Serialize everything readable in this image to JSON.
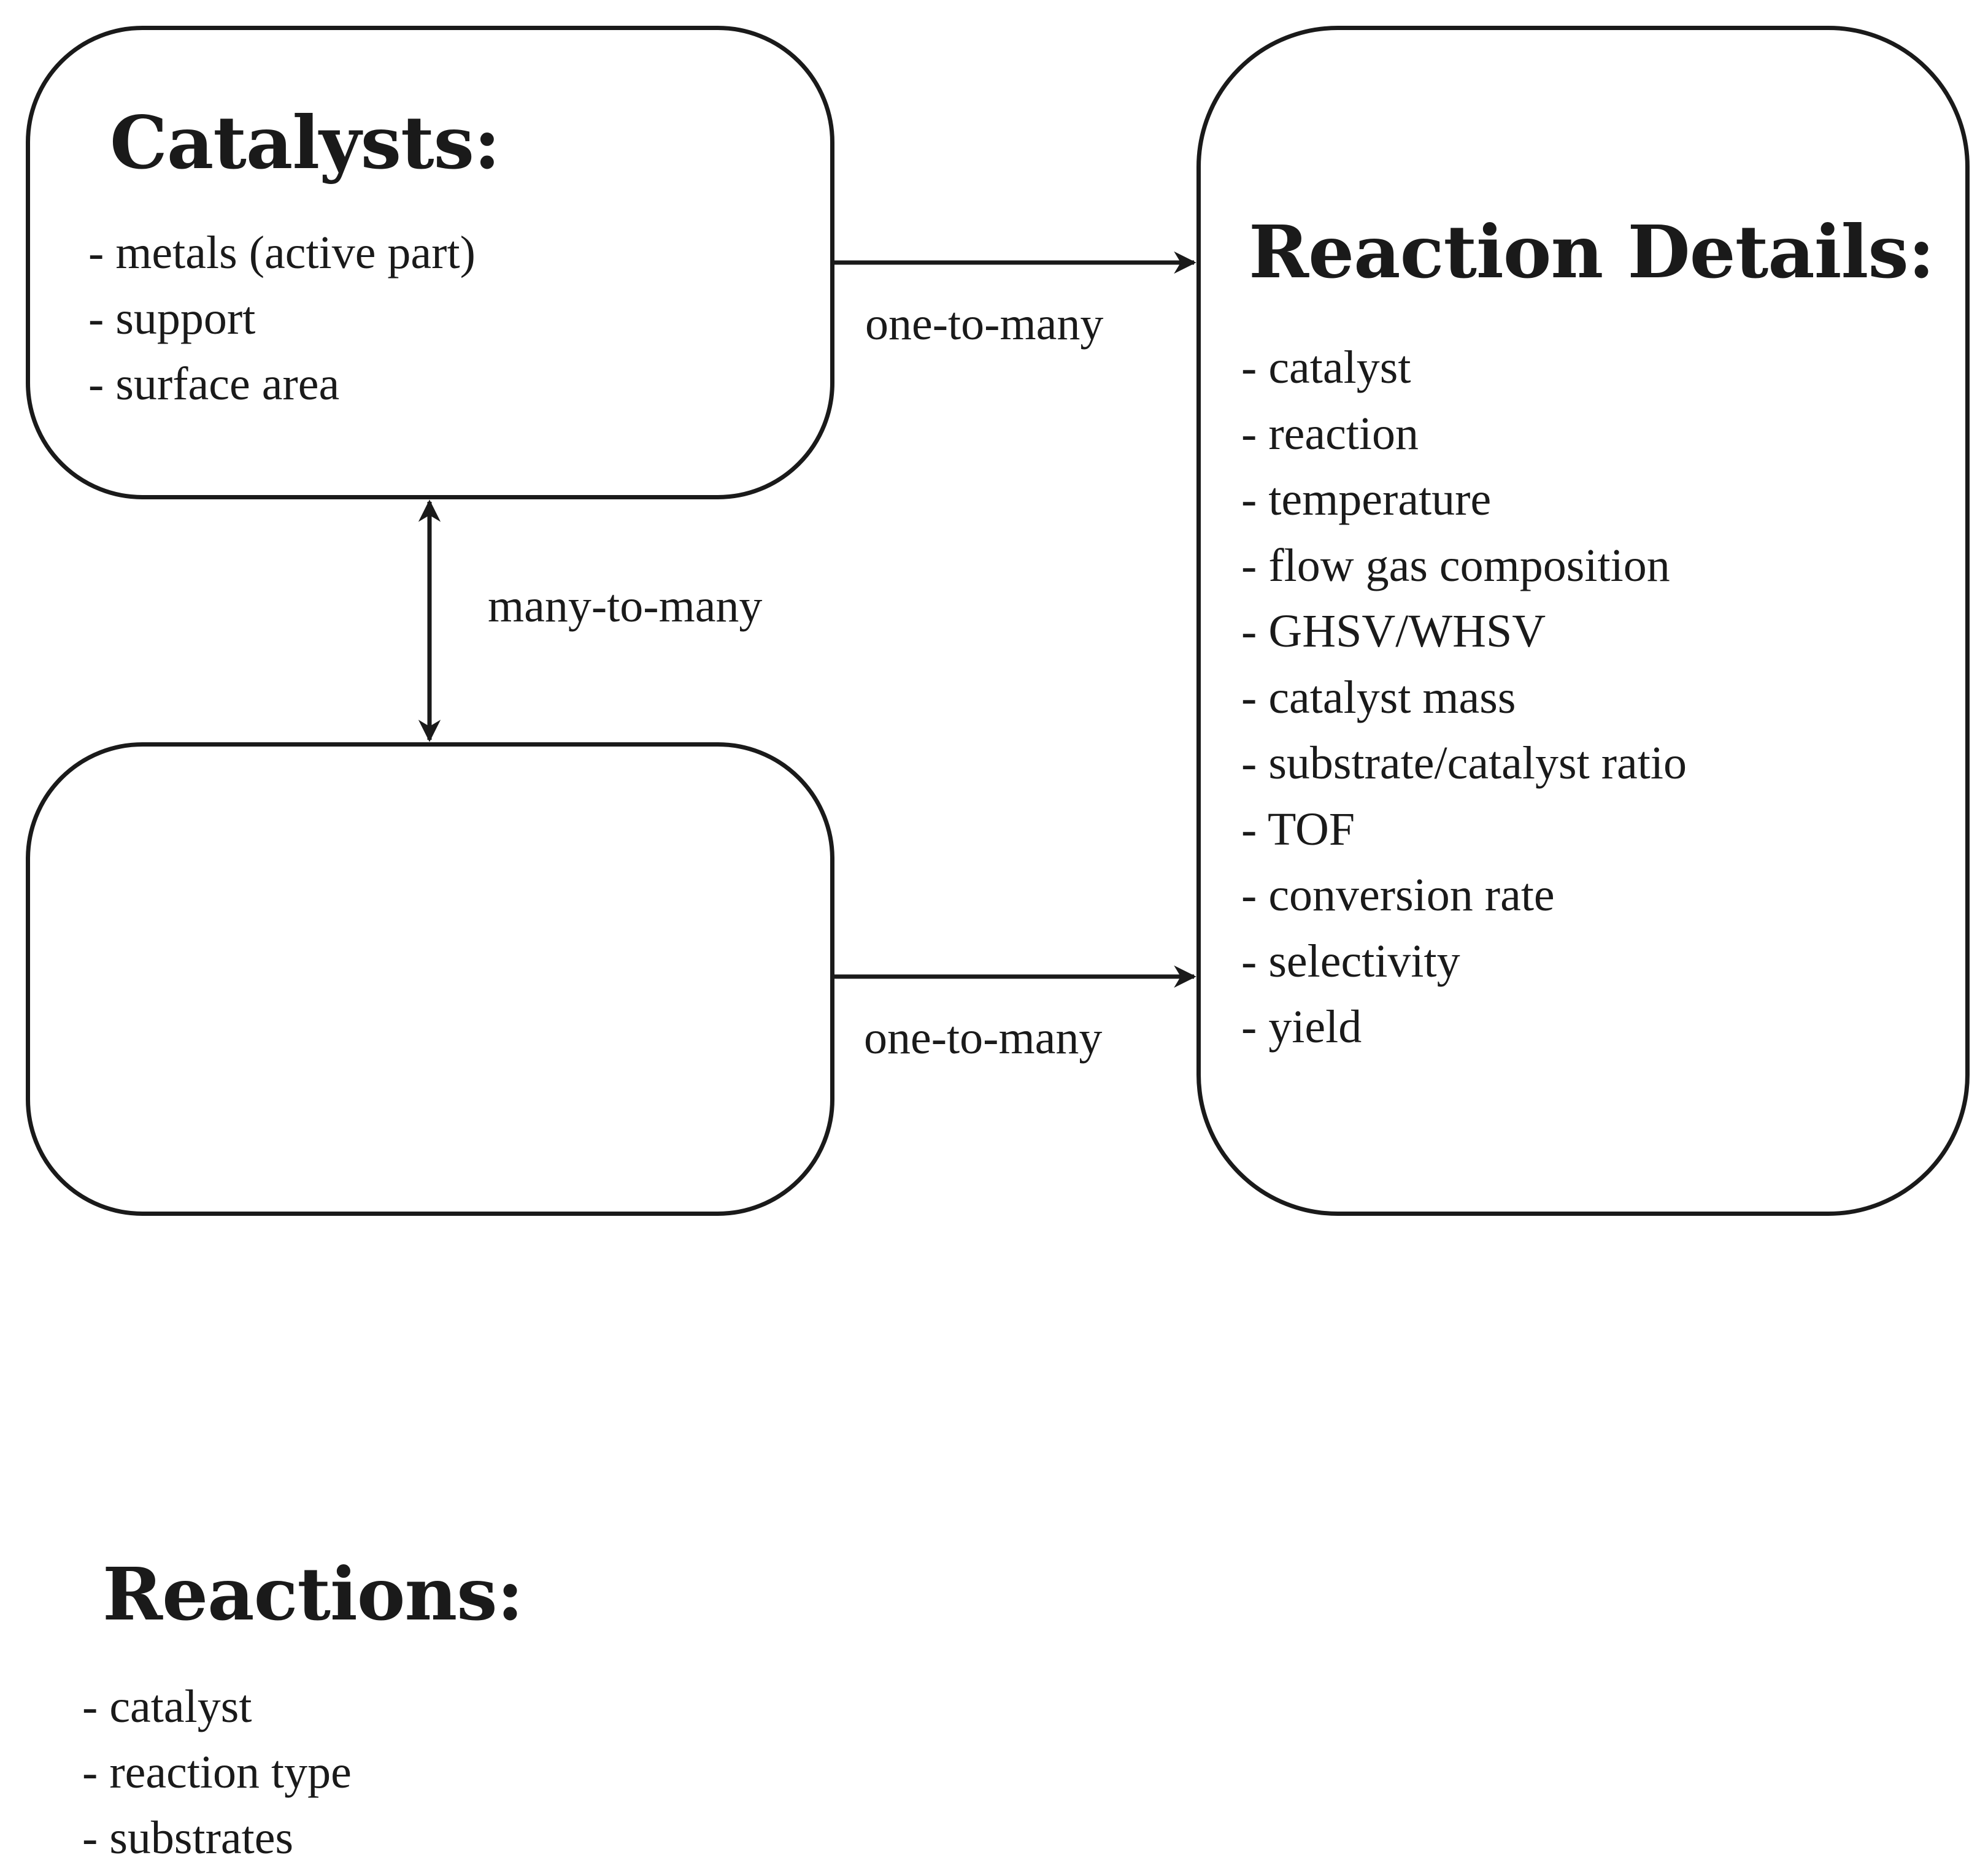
{
  "entities": {
    "catalysts": {
      "title": "Catalysts:",
      "attributes": [
        "metals (active part)",
        "support",
        "surface area"
      ]
    },
    "reactions": {
      "title": "Reactions:",
      "attributes": [
        "catalyst",
        "reaction type",
        "substrates"
      ]
    },
    "reaction_details": {
      "title": "Reaction Details:",
      "attributes": [
        "catalyst",
        "reaction",
        "temperature",
        "flow gas composition",
        "GHSV/WHSV",
        "catalyst mass",
        "substrate/catalyst ratio",
        "TOF",
        "conversion rate",
        "selectivity",
        "yield"
      ]
    }
  },
  "relationships": [
    {
      "from": "catalysts",
      "to": "reaction_details",
      "label": "one-to-many",
      "direction": "forward"
    },
    {
      "from": "catalysts",
      "to": "reactions",
      "label": "many-to-many",
      "direction": "both"
    },
    {
      "from": "reactions",
      "to": "reaction_details",
      "label": "one-to-many",
      "direction": "forward"
    }
  ]
}
